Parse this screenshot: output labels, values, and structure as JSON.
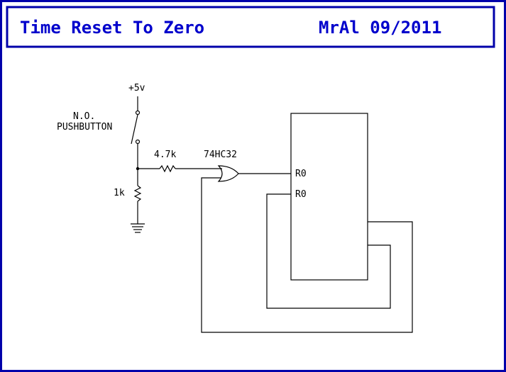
{
  "title_block": {
    "title": "Time Reset To Zero",
    "author_date": "MrAl 09/2011"
  },
  "components": {
    "supply_label": "+5v",
    "switch_label_line1": "N.O.",
    "switch_label_line2": "PUSHBUTTON",
    "series_resistor_label": "4.7k",
    "pulldown_resistor_label": "1k",
    "gate_label": "74HC32",
    "pin_r0_top": "R0",
    "pin_r0_bottom": "R0"
  },
  "colors": {
    "border": "#0000aa",
    "title_text": "#0000cc",
    "wire": "#000000",
    "background": "#ffffff"
  }
}
